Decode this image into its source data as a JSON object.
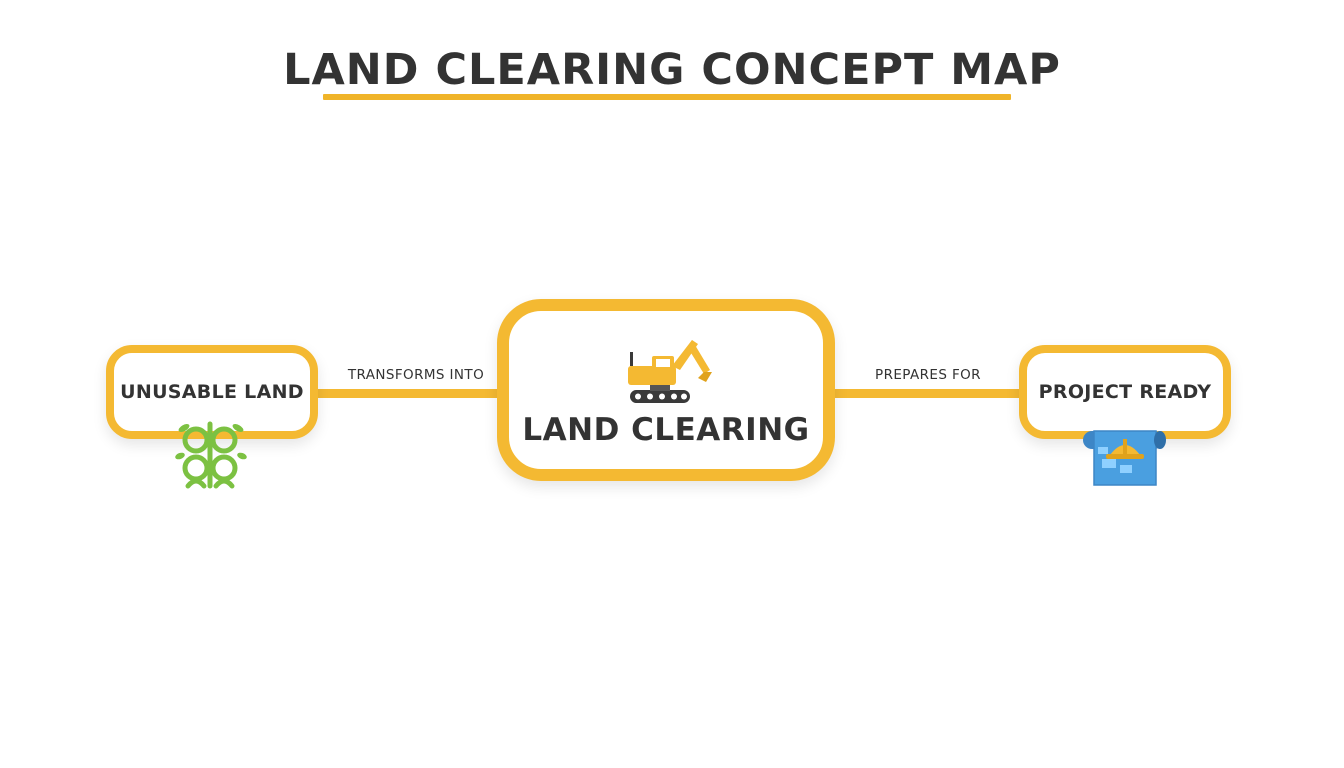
{
  "title": "LAND CLEARING CONCEPT MAP",
  "colors": {
    "accent": "#f4b932",
    "text": "#333333",
    "plant": "#7cc142",
    "blueprint": "#4a9fe0"
  },
  "nodes": {
    "left": {
      "label": "UNUSABLE LAND",
      "icon": "tangled-vines-icon"
    },
    "center": {
      "label": "LAND CLEARING",
      "icon": "excavator-icon"
    },
    "right": {
      "label": "PROJECT READY",
      "icon": "blueprint-hardhat-icon"
    }
  },
  "edges": {
    "left": "TRANSFORMS INTO",
    "right": "PREPARES FOR"
  }
}
